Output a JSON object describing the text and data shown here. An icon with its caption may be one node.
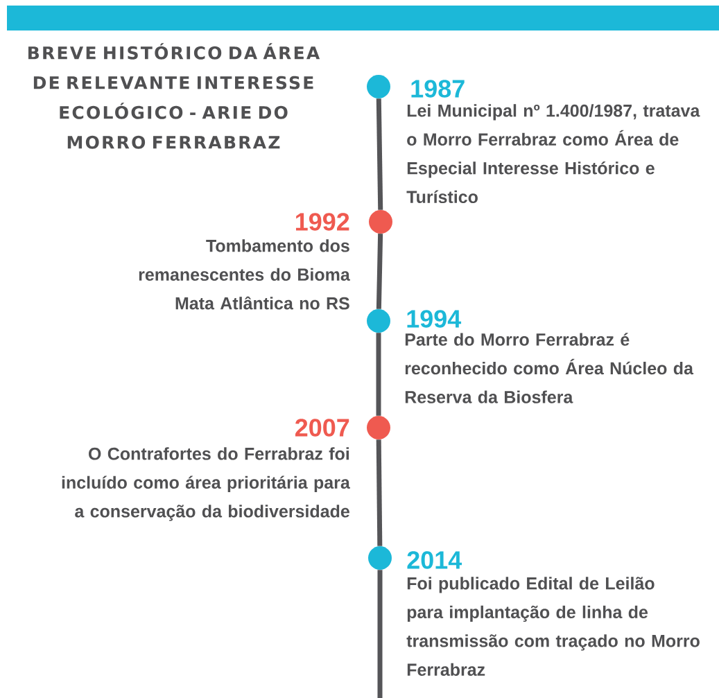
{
  "diagram": {
    "title": "BREVE HISTÓRICO DA ÁREA DE RELEVANTE INTERESSE ECOLÓGICO - ARIE DO MORRO FERRABRAZ",
    "nodes": [
      {
        "text": [],
        "shape": "circle",
        "beside": [
          "1987",
          "Lei Municipal nº 1.400/1987, tratava o Morro Ferrabraz como Área de Especial Interesse Histórico e Turístico"
        ]
      },
      {
        "text": [],
        "shape": "circle",
        "beside": [
          "1992",
          "Tombamento dos remanescentes do Bioma Mata Atlântica no RS"
        ]
      },
      {
        "text": [],
        "shape": "circle",
        "beside": [
          "1994",
          "Parte do Morro Ferrabraz é reconhecido como Área Núcleo da Reserva da Biosfera"
        ]
      },
      {
        "text": [],
        "shape": "circle",
        "beside": [
          "2007",
          "O Contrafortes do Ferrabraz foi incluído como área prioritária para a conservação da biodiversidade"
        ]
      },
      {
        "text": [],
        "shape": "circle",
        "beside": [
          "2014",
          "Foi publicado Edital de Leilão para implantação de linha de transmissão com traçado no Morro Ferrabraz"
        ]
      }
    ],
    "edges": [
      {
        "from": 0,
        "to": 1,
        "arrow": "none"
      },
      {
        "from": 1,
        "to": 2,
        "arrow": "none"
      },
      {
        "from": 2,
        "to": 3,
        "arrow": "none"
      },
      {
        "from": 3,
        "to": 4,
        "arrow": "none"
      },
      {
        "from": 4,
        "to": null,
        "arrow": "none"
      }
    ]
  }
}
